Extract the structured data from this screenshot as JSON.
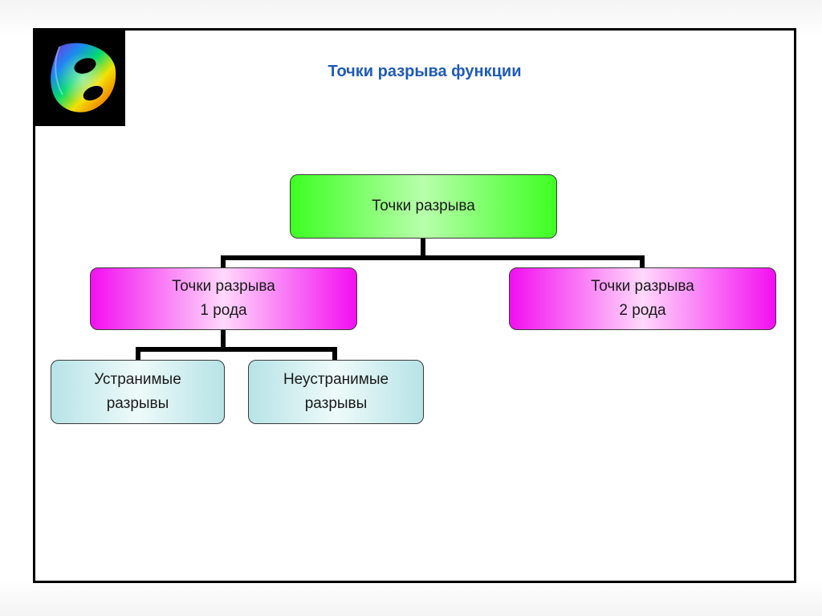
{
  "slide": {
    "title": "Точки разрыва функции",
    "logo": {
      "icon": "klein-bottle-rainbow-logo",
      "background": "#000000"
    }
  },
  "diagram": {
    "root": {
      "label": "Точки разрыва",
      "color": "#3dff22"
    },
    "kind1": {
      "label": "Точки разрыва\n1 рода",
      "color": "#f20ff0"
    },
    "kind2": {
      "label": "Точки разрыва\n2 рода",
      "color": "#f20ff0"
    },
    "removable": {
      "label": "Устранимые\nразрывы",
      "color": "#b7e3e6"
    },
    "nonremovable": {
      "label": "Неустранимые\nразрывы",
      "color": "#b7e3e6"
    }
  },
  "colors": {
    "title": "#1f5bb8",
    "connector": "#000000",
    "frame": "#000000"
  }
}
